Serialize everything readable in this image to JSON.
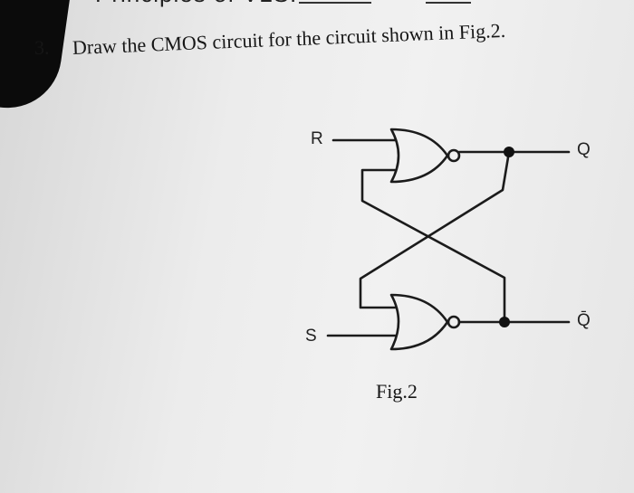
{
  "header": {
    "title": "Principles of VLSI"
  },
  "question": {
    "number": "3.",
    "text": "Draw the CMOS circuit for the circuit shown in Fig.2."
  },
  "figure": {
    "caption": "Fig.2",
    "inputs": {
      "top": "R",
      "bottom": "S"
    },
    "outputs": {
      "top": "Q",
      "bottom": "Q̄"
    },
    "gates": [
      "nor-gate",
      "nor-gate"
    ]
  }
}
